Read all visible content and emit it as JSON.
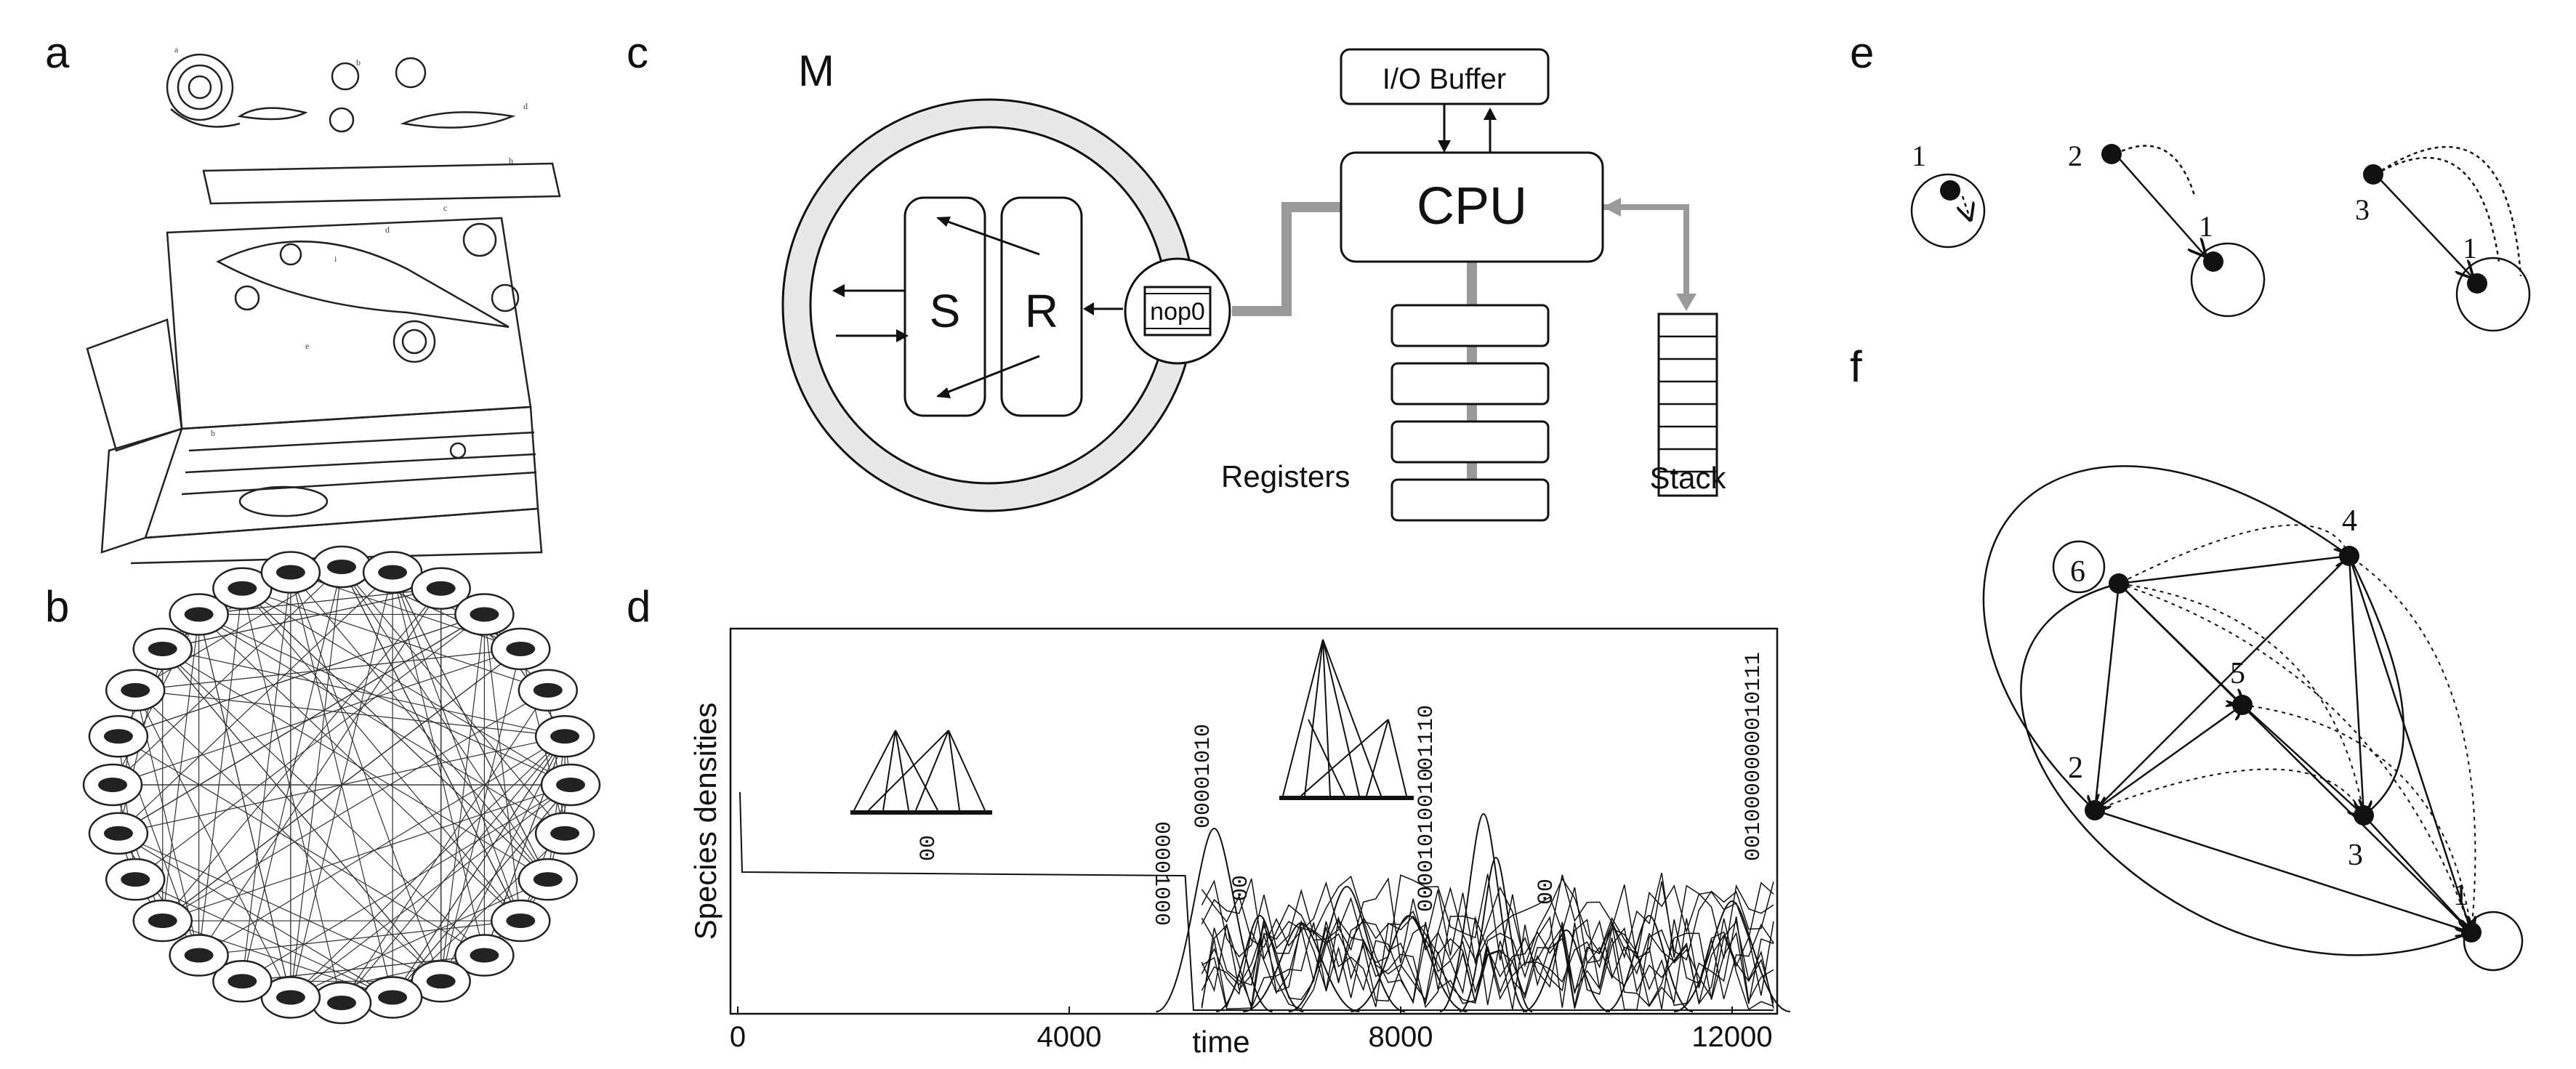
{
  "panel_labels": {
    "a": "a",
    "b": "b",
    "c": "c",
    "d": "d",
    "e": "e",
    "f": "f"
  },
  "cpu": {
    "memory_label": "M",
    "io_buffer": "I/O Buffer",
    "cpu": "CPU",
    "s": "S",
    "r": "R",
    "nop": "nop0",
    "registers": "Registers",
    "stack": "Stack"
  },
  "chart_data": {
    "type": "line",
    "ylabel": "Species densities",
    "xlabel": "time",
    "xlim": [
      0,
      12500
    ],
    "xticks": [
      0,
      4000,
      8000,
      12000
    ],
    "annotations": [
      "00",
      "00001000",
      "00001010",
      "00",
      "00001010010",
      "01110",
      "00",
      "0010000000010111"
    ]
  },
  "graph_e": {
    "nodes": [
      "1",
      "2",
      "1",
      "3",
      "1"
    ]
  },
  "graph_f": {
    "nodes": [
      "1",
      "2",
      "3",
      "4",
      "5",
      "6"
    ]
  }
}
